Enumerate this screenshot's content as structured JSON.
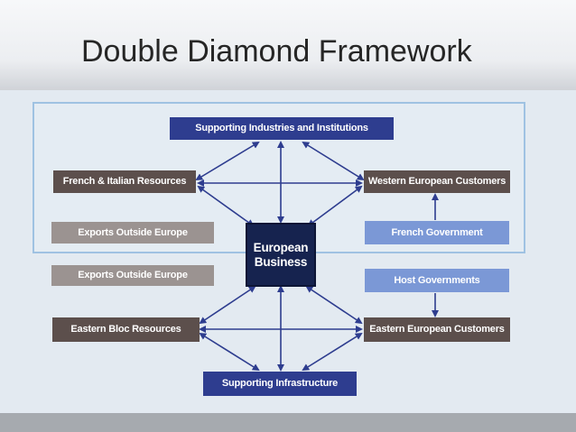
{
  "slide": {
    "title": "Double Diamond Framework"
  },
  "diagram": {
    "center": "European Business",
    "top": "Supporting Industries and Institutions",
    "bottom": "Supporting Infrastructure",
    "left": {
      "french_italian": "French & Italian Resources",
      "exports_upper": "Exports Outside Europe",
      "exports_lower": "Exports Outside Europe",
      "eastern_bloc": "Eastern Bloc Resources"
    },
    "right": {
      "western_customers": "Western European Customers",
      "french_government": "French Government",
      "host_governments": "Host Governments",
      "eastern_customers": "Eastern European Customers"
    }
  },
  "colors": {
    "navy": "#2e3d8f",
    "brown": "#5c4f4c",
    "grey": "#9b9391",
    "light_blue": "#7b98d6",
    "center": "#16234f",
    "frame_border": "#9fc2e2"
  }
}
